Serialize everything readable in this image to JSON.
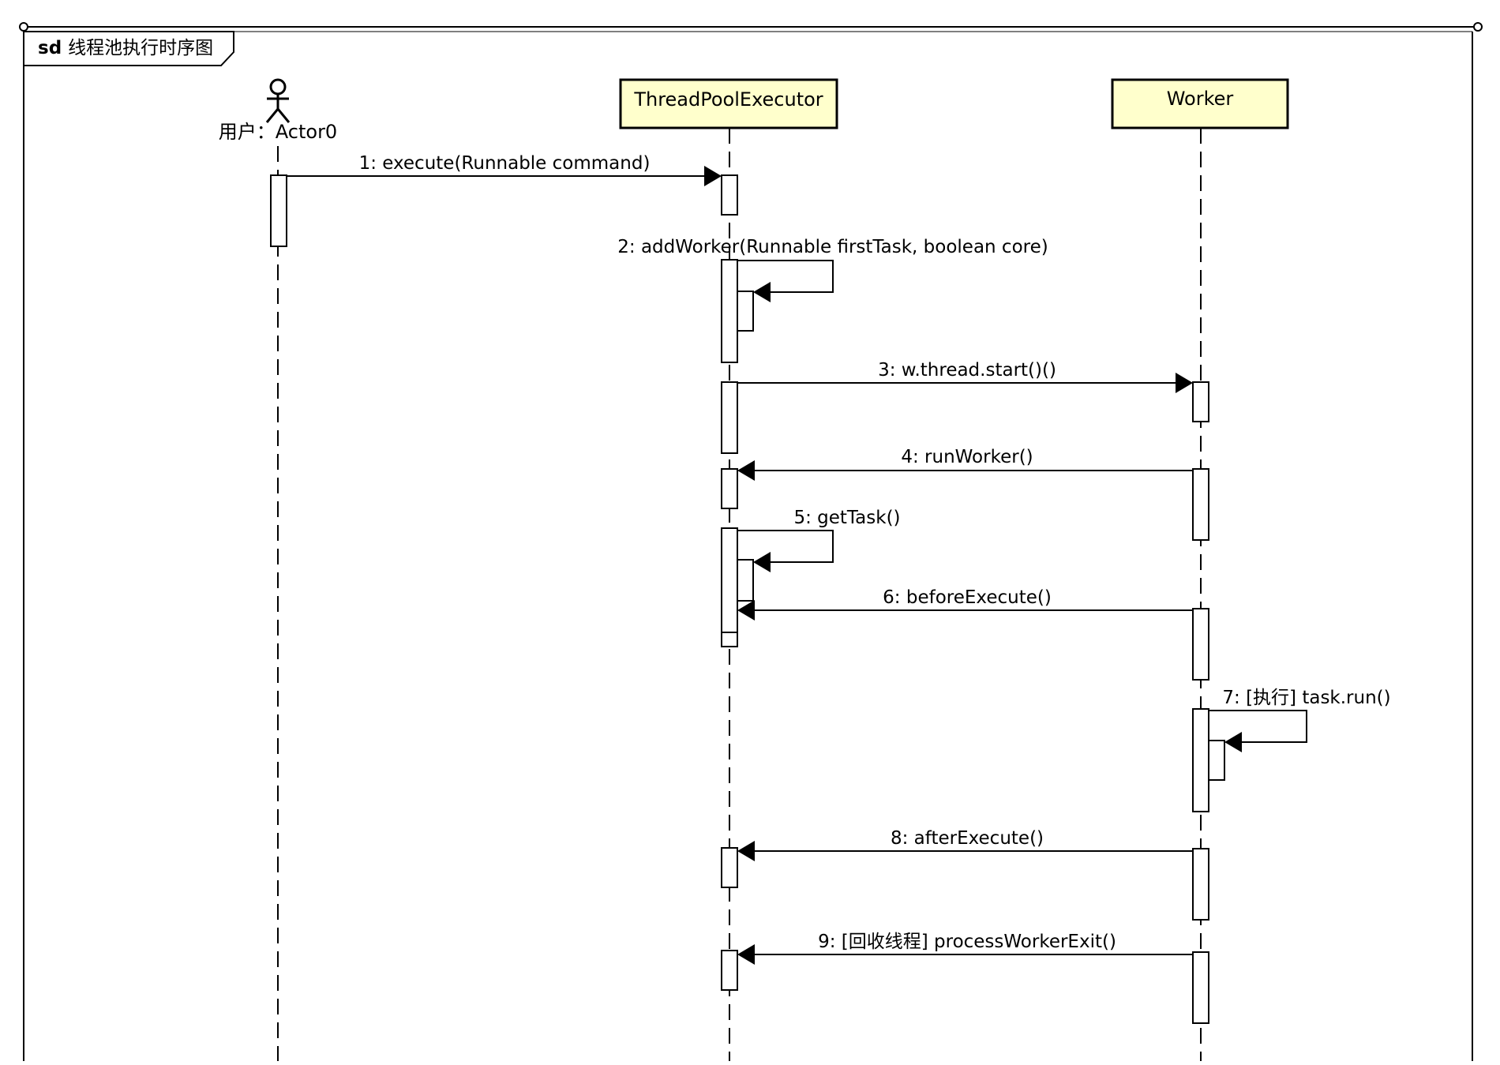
{
  "frame": {
    "keyword": "sd",
    "title": "线程池执行时序图"
  },
  "actor": {
    "label": "用户：Actor0"
  },
  "lifelines": [
    {
      "label": "ThreadPoolExecutor",
      "fill": "#ffffcc"
    },
    {
      "label": "Worker",
      "fill": "#ffffcc"
    }
  ],
  "messages": [
    {
      "label": "1: execute(Runnable command)"
    },
    {
      "label": "2: addWorker(Runnable firstTask, boolean core)"
    },
    {
      "label": "3: w.thread.start()()"
    },
    {
      "label": "4: runWorker()"
    },
    {
      "label": "5: getTask()"
    },
    {
      "label": "6: beforeExecute()"
    },
    {
      "label": "7: [执行] task.run()"
    },
    {
      "label": "8: afterExecute()"
    },
    {
      "label": "9: [回收线程] processWorkerExit()"
    }
  ]
}
